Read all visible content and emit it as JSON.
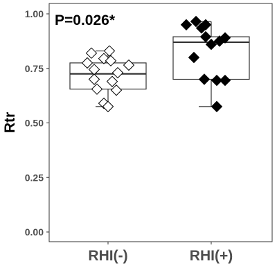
{
  "chart_data": {
    "type": "box",
    "title": "",
    "annotation": "P=0.026*",
    "xlabel": "",
    "ylabel": "Rtr",
    "ylim": [
      0,
      1.04
    ],
    "yticks": [
      0.0,
      0.25,
      0.5,
      0.75,
      1.0
    ],
    "ytick_labels": [
      "0.00",
      "0.25",
      "0.50",
      "0.75",
      "1.00"
    ],
    "grid": false,
    "categories": [
      "RHI(-)",
      "RHI(+)"
    ],
    "boxes": [
      {
        "category": "RHI(-)",
        "whisker_low": 0.575,
        "q1": 0.655,
        "median": 0.725,
        "q3": 0.775,
        "whisker_high": 0.83,
        "marker": "open-diamond",
        "fill": "#ffffff"
      },
      {
        "category": "RHI(+)",
        "whisker_low": 0.575,
        "q1": 0.7,
        "median": 0.87,
        "q3": 0.895,
        "whisker_high": 0.965,
        "marker": "filled-diamond",
        "fill": "#000000"
      }
    ],
    "points": [
      {
        "category": "RHI(-)",
        "values": [
          0.82,
          0.83,
          0.775,
          0.795,
          0.785,
          0.765,
          0.745,
          0.73,
          0.7,
          0.69,
          0.655,
          0.65,
          0.59,
          0.575
        ]
      },
      {
        "category": "RHI(+)",
        "values": [
          0.965,
          0.95,
          0.95,
          0.935,
          0.895,
          0.89,
          0.875,
          0.86,
          0.8,
          0.7,
          0.695,
          0.695,
          0.575
        ]
      }
    ]
  }
}
